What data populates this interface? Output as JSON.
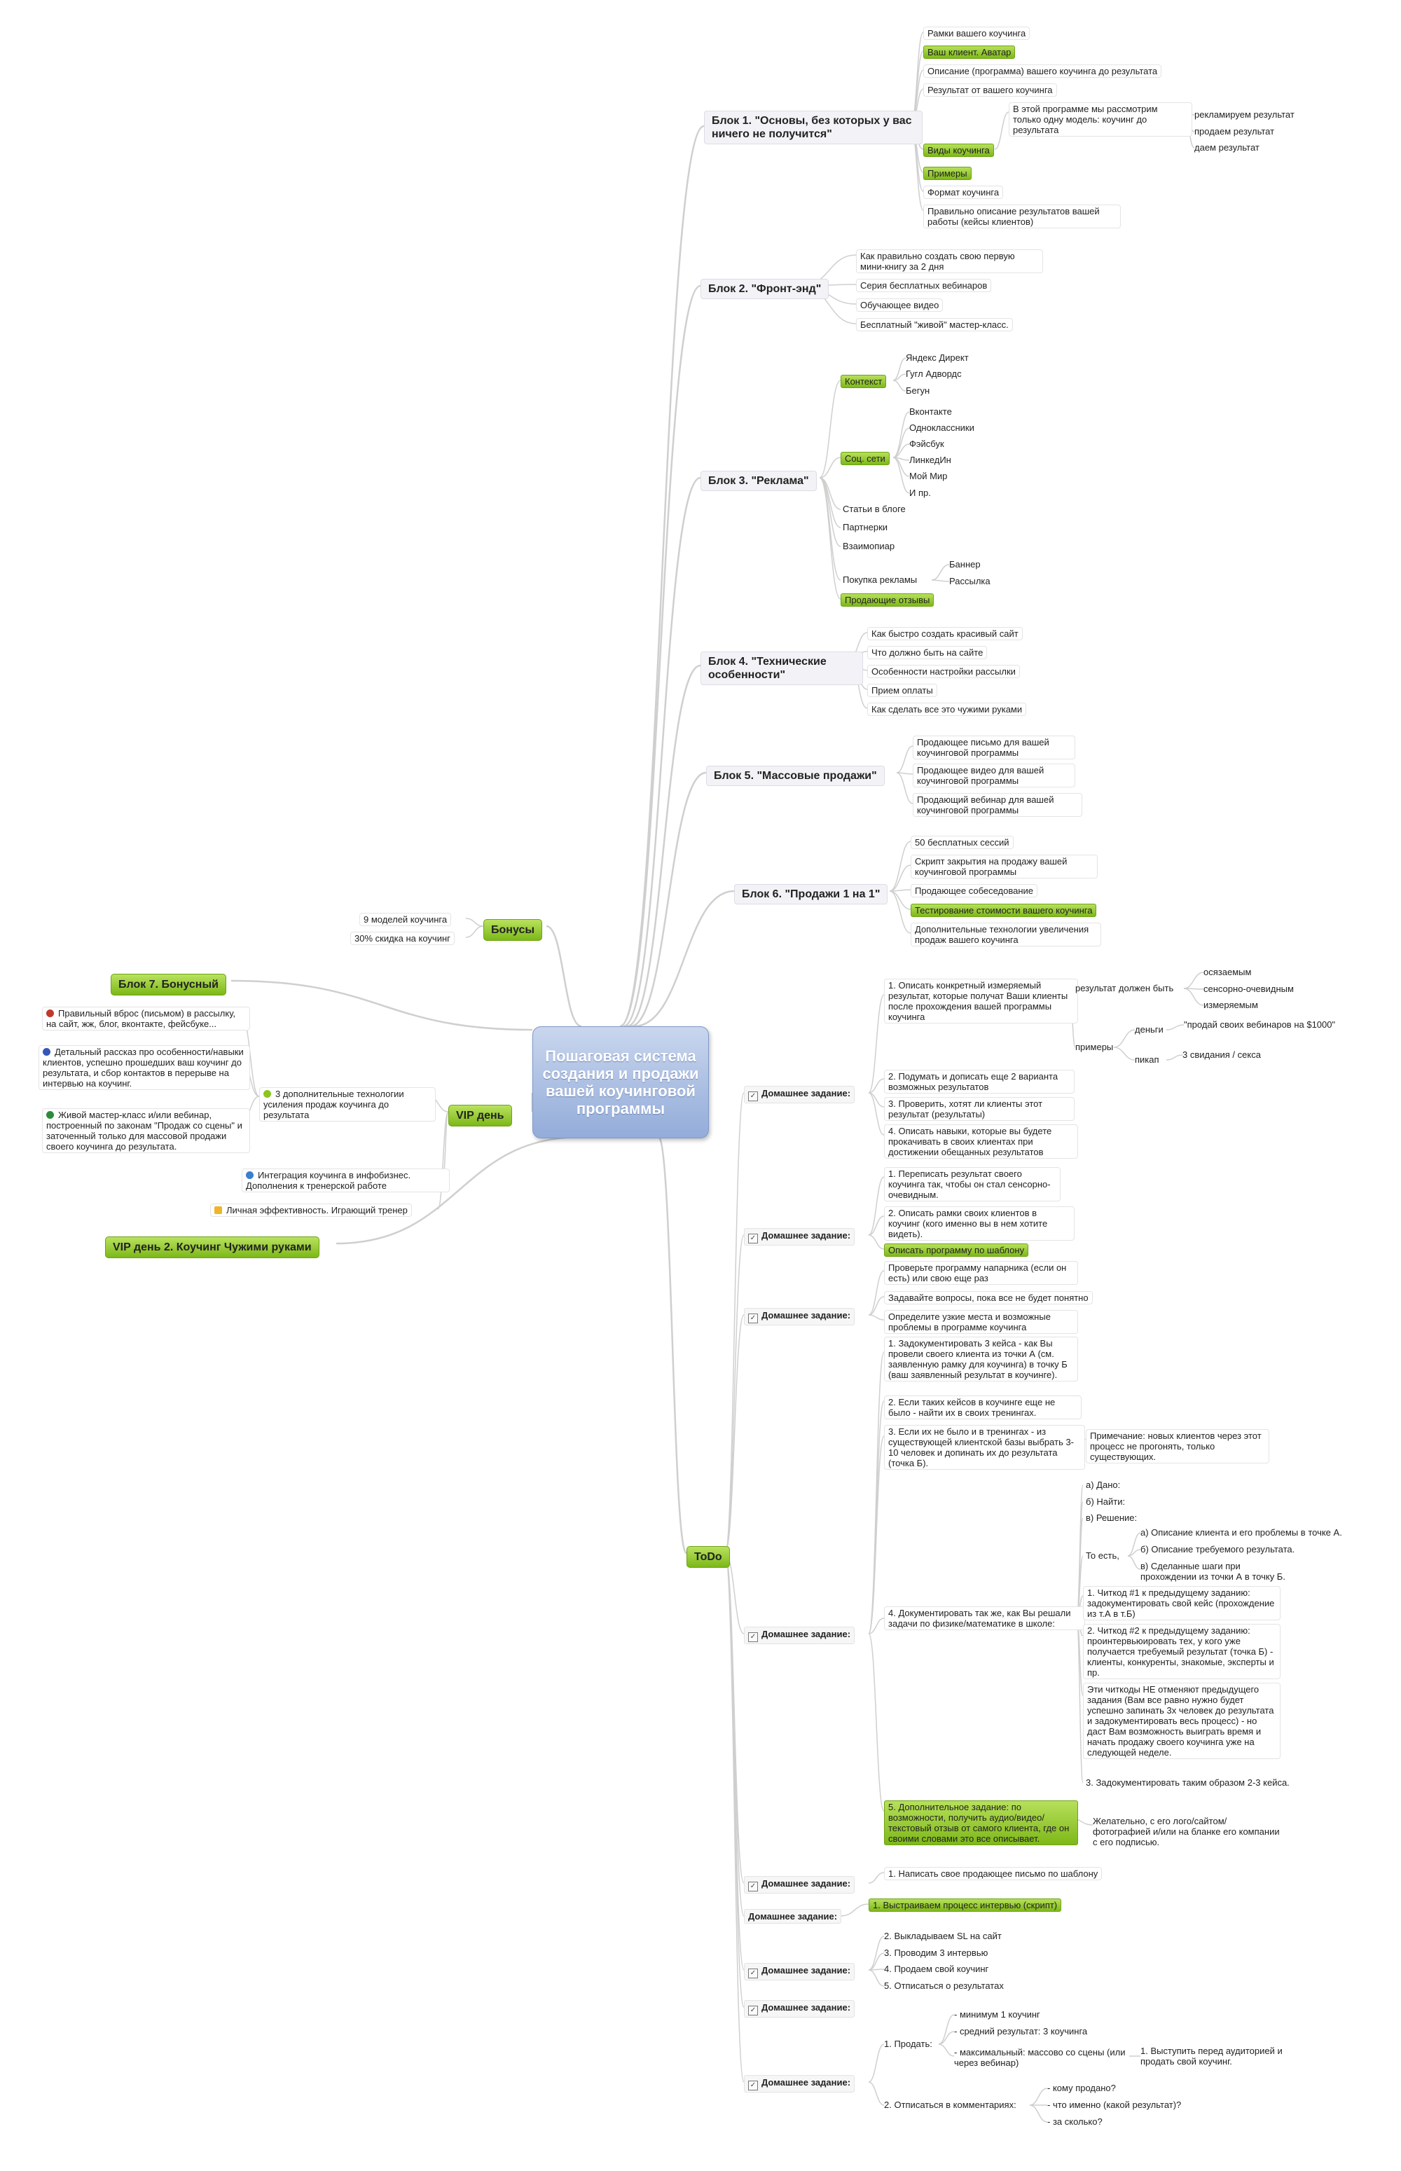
{
  "central": {
    "title": "Пошаговая система создания и продажи вашей коучинговой программы"
  },
  "block1": {
    "title": "Блок 1. \"Основы, без которых у вас ничего не получится\"",
    "items": [
      "Рамки вашего коучинга",
      "Ваш клиент. Аватар",
      "Описание (программа) вашего коучинга до результата",
      "Результат от вашего коучинга",
      "Виды коучинга",
      "Примеры",
      "Формат коучинга",
      "Правильно описание результатов вашей работы (кейсы клиентов)"
    ],
    "types_note": "В этой программе мы рассмотрим только одну модель: коучинг до результата",
    "types": [
      "рекламируем результат",
      "продаем результат",
      "даем результат"
    ]
  },
  "block2": {
    "title": "Блок 2. \"Фронт-энд\"",
    "items": [
      "Как правильно создать свою первую мини-книгу за 2 дня",
      "Серия бесплатных вебинаров",
      "Обучающее видео",
      "Бесплатный \"живой\" мастер-класс."
    ]
  },
  "block3": {
    "title": "Блок 3. \"Реклама\"",
    "context_label": "Контекст",
    "context": [
      "Яндекс Директ",
      "Гугл Адвордс",
      "Бегун"
    ],
    "social_label": "Соц. сети",
    "social": [
      "Вконтакте",
      "Одноклассники",
      "Фэйсбук",
      "ЛинкедИн",
      "Мой Мир",
      "И пр."
    ],
    "other": [
      "Статьи в блоге",
      "Партнерки",
      "Взаимопиар"
    ],
    "ads_label": "Покупка рекламы",
    "ads": [
      "Баннер",
      "Рассылка"
    ],
    "reviews": "Продающие отзывы"
  },
  "block4": {
    "title": "Блок 4. \"Технические особенности\"",
    "items": [
      "Как быстро создать красивый сайт",
      "Что должно быть на сайте",
      "Особенности настройки рассылки",
      "Прием оплаты",
      "Как сделать все это чужими руками"
    ]
  },
  "block5": {
    "title": "Блок 5. \"Массовые продажи\"",
    "items": [
      "Продающее письмо для вашей коучинговой программы",
      "Продающее видео для вашей коучинговой программы",
      "Продающий вебинар для вашей коучинговой программы"
    ]
  },
  "block6": {
    "title": "Блок 6. \"Продажи 1 на 1\"",
    "items": [
      "50 бесплатных сессий",
      "Скрипт закрытия на продажу вашей коучинговой программы",
      "Продающее собеседование",
      "Тестирование стоимости вашего коучинга",
      "Дополнительные технологии увеличения продаж вашего коучинга"
    ]
  },
  "bonuses": {
    "title": "Бонусы",
    "items": [
      "9 моделей коучинга",
      "30% скидка на коучинг"
    ]
  },
  "block7": {
    "title": "Блок 7. Бонусный"
  },
  "vip": {
    "title": "VIP день",
    "tech": "3 дополнительные технологии усиления продаж коучинга до результата",
    "tech_items": [
      "Правильный вброс (письмом) в рассылку, на сайт, жж, блог, вконтакте, фейсбуке...",
      "Детальный рассказ про особенности/навыки клиентов, успешно прошедших ваш коучинг до результата, и сбор контактов в перерыве на интервью на коучинг.",
      "Живой мастер-класс и/или вебинар, построенный по законам \"Продаж со сцены\" и заточенный только для массовой продажи своего коучинга до результата."
    ],
    "integration": "Интеграция коучинга в инфобизнес. Дополнения к тренерской работе",
    "personal": "Личная эффективность. Играющий тренер"
  },
  "vip2": {
    "title": "VIP день 2. Коучинг Чужими руками"
  },
  "todo": {
    "title": "ToDo",
    "hw_label": "Домашнее задание:",
    "hw1": {
      "item1": "1. Описать конкретный измеряемый результат, которые получат Ваши клиенты после прохождения вашей программы коучинга",
      "result_must": "результат должен быть",
      "result_props": [
        "осязаемым",
        "сенсорно-очевидным",
        "измеряемым"
      ],
      "examples": "примеры",
      "money": "деньги",
      "money_ex": "\"продай своих вебинаров на $1000\"",
      "pickup": "пикап",
      "pickup_ex": "3 свидания / секса",
      "item2": "2. Подумать и дописать еще 2 варианта возможных результатов",
      "item3": "3. Проверить, хотят ли клиенты этот результат (результаты)",
      "item4": "4. Описать навыки, которые вы будете прокачивать в своих клиентах при достижении обещанных результатов"
    },
    "hw2": [
      "1. Переписать результат своего коучинга так, чтобы он стал сенсорно-очевидным.",
      "2. Описать рамки своих клиентов в коучинг (кого именно вы в нем хотите видеть).",
      "Описать программу по шаблону"
    ],
    "hw3": [
      "Проверьте программу напарника (если он есть) или свою еще раз",
      "Задавайте вопросы, пока все не будет понятно",
      "Определите узкие места и возможные проблемы в программе коучинга"
    ],
    "hw4": {
      "item1": "1. Задокументировать 3 кейса - как Вы провели своего клиента из точки А (см. заявленную рамку для коучинга) в точку Б (ваш заявленный результат в коучинге).",
      "item2": "2. Если таких кейсов в коучинге еще не было - найти их в своих тренингах.",
      "item3": "3. Если их не было и в тренингах - из существующей клиентской базы выбрать 3-10 человек и допинать их до результата (точка Б).",
      "note3": "Примечание: новых клиентов через этот процесс не прогонять, только существующих.",
      "item4": "4. Документировать так же, как Вы решали задачи по физике/математике в школе:",
      "abc": [
        "а) Дано:",
        "б) Найти:",
        "в) Решение:"
      ],
      "that_is": "То есть,",
      "that_items": [
        "а) Описание клиента и его проблемы в точке А.",
        "б) Описание требуемого результата.",
        "в) Сделанные шаги при прохождении из точки А в точку Б."
      ],
      "cheat1": "1. Читкод #1 к предыдущему заданию: задокументировать свой кейс (прохождение из т.А в т.Б)",
      "cheat2": "2. Читкод #2 к предыдущему заданию: проинтервьюировать тех, у кого уже получается требуемый результат (точка Б) - клиенты, конкуренты, знакомые, эксперты и пр.",
      "cheat_note": "Эти читкоды НЕ отменяют предыдущего задания (Вам все равно нужно будет успешно запинать 3х человек до результата и задокументировать весь процесс) - но даст Вам возможность выиграть время и начать продажу своего коучинга уже на следующей неделе.",
      "cheat3": "3. Задокументировать таким образом 2-3 кейса.",
      "item5": "5. Дополнительное задание: по возможности, получить аудио/видео/текстовый отзыв от самого клиента, где он своими словами это все описывает.",
      "note5": "Желательно, с его лого/сайтом/фотографией и/или на бланке его компании с его подписью."
    },
    "hw5": "1. Написать свое продающее письмо по шаблону",
    "hw6": "1. Выстраиваем процесс интервью (скрипт)",
    "hw7": [
      "2. Выкладываем SL на сайт",
      "3. Проводим 3 интервью",
      "4. Продаем свой коучинг",
      "5. Отписаться о результатах"
    ],
    "hw9": {
      "sell": "1. Продать:",
      "sell_items": [
        "- минимум 1 коучинг",
        "- средний результат: 3 коучинга",
        "- максимальный: массово со сцены (или через вебинар)"
      ],
      "sell_extra": "1. Выступить перед аудиторией и продать свой коучинг.",
      "comment": "2. Отписаться в комментариях:",
      "comment_items": [
        "- кому продано?",
        "- что именно (какой результат)?",
        "- за сколько?"
      ]
    }
  },
  "colors": {
    "green": "#8bc61f",
    "central": "#93acd9",
    "line": "#cfcfcf"
  }
}
